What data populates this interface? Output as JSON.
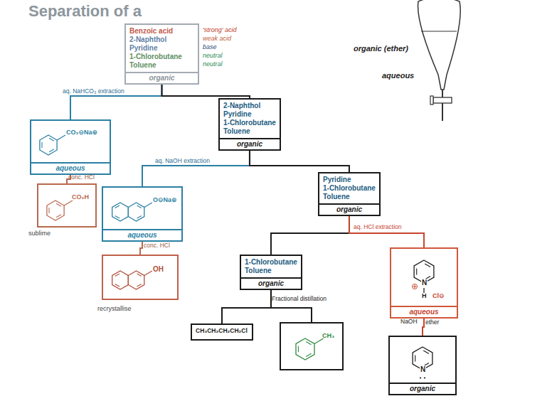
{
  "diagram": {
    "title": "Separation of a",
    "nodes": [
      {
        "text": [
          "Benzoic acid",
          "2-Naphthol",
          "Pyridine",
          "1-Chlorobutane",
          "Toluene",
          "organic"
        ]
      },
      {
        "text": [
          "CO₂⊖Na⊕",
          "aqueous"
        ]
      },
      {
        "text": [
          "2-Naphthol",
          "Pyridine",
          "1-Chlorobutane",
          "Toluene",
          "organic"
        ]
      },
      {
        "text": [
          "CO₂H"
        ]
      },
      {
        "text": [
          "O⊖Na⊕",
          "aqueous"
        ]
      },
      {
        "text": [
          "Pyridine",
          "1-Chlorobutane",
          "Toluene",
          "organic"
        ]
      },
      {
        "text": [
          "OH"
        ]
      },
      {
        "text": [
          "1-Chlorobutane",
          "Toluene",
          "organic"
        ]
      },
      {
        "text": [
          "N",
          "H",
          "Cl⊖",
          "aqueous"
        ]
      },
      {
        "text": [
          "CH₃CH₂CH₂CH₂Cl"
        ]
      },
      {
        "text": [
          "CH₃"
        ]
      },
      {
        "text": [
          "N",
          "organic"
        ]
      }
    ],
    "edges": [
      {
        "from": 0,
        "to": 1,
        "arrow": "none",
        "label": "aq. NaHCO₃ extraction"
      },
      {
        "from": 0,
        "to": 2,
        "arrow": "none"
      },
      {
        "from": 1,
        "to": 3,
        "arrow": "none",
        "label": "conc. HCl"
      },
      {
        "from": 2,
        "to": 4,
        "arrow": "none",
        "label": "aq. NaOH extraction"
      },
      {
        "from": 2,
        "to": 5,
        "arrow": "none"
      },
      {
        "from": 4,
        "to": 6,
        "arrow": "none",
        "label": "conc. HCl"
      },
      {
        "from": 5,
        "to": 7,
        "arrow": "none"
      },
      {
        "from": 5,
        "to": 8,
        "arrow": "none",
        "label": "aq. HCl extraction"
      },
      {
        "from": 7,
        "to": 9,
        "arrow": "none",
        "label": "Fractional distillation"
      },
      {
        "from": 7,
        "to": 10,
        "arrow": "none"
      },
      {
        "from": 8,
        "to": 11,
        "arrow": "none",
        "label": "NaOH"
      }
    ],
    "labels": [
      "'strong' acid",
      "weak acid",
      "base",
      "neutral",
      "neutral",
      "organic (ether)",
      "aqueous",
      "sublime",
      "recrystallise",
      "ether"
    ]
  }
}
